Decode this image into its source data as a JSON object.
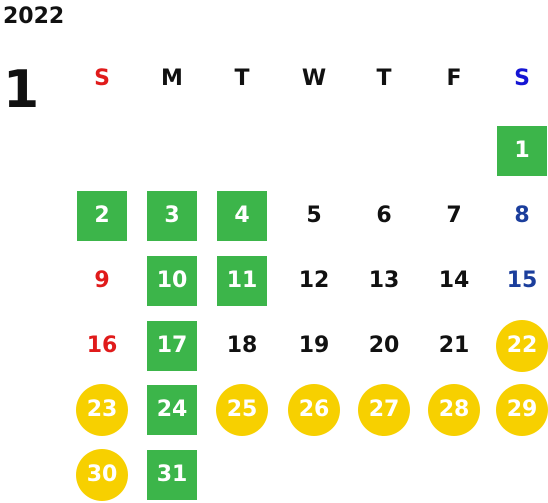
{
  "calendar": {
    "year": "2022",
    "month": "1",
    "weekday_headers": [
      {
        "label": "S",
        "color": "#e01b1b"
      },
      {
        "label": "M",
        "color": "#111111"
      },
      {
        "label": "T",
        "color": "#111111"
      },
      {
        "label": "W",
        "color": "#111111"
      },
      {
        "label": "T",
        "color": "#111111"
      },
      {
        "label": "F",
        "color": "#111111"
      },
      {
        "label": "S",
        "color": "#1515d4"
      }
    ],
    "first_weekday_index": 6,
    "days": [
      {
        "day": "1",
        "style": "green"
      },
      {
        "day": "2",
        "style": "green"
      },
      {
        "day": "3",
        "style": "green"
      },
      {
        "day": "4",
        "style": "green"
      },
      {
        "day": "5",
        "style": "plain"
      },
      {
        "day": "6",
        "style": "plain"
      },
      {
        "day": "7",
        "style": "plain"
      },
      {
        "day": "8",
        "style": "saturday"
      },
      {
        "day": "9",
        "style": "sunday"
      },
      {
        "day": "10",
        "style": "green"
      },
      {
        "day": "11",
        "style": "green"
      },
      {
        "day": "12",
        "style": "plain"
      },
      {
        "day": "13",
        "style": "plain"
      },
      {
        "day": "14",
        "style": "plain"
      },
      {
        "day": "15",
        "style": "saturday"
      },
      {
        "day": "16",
        "style": "sunday"
      },
      {
        "day": "17",
        "style": "green"
      },
      {
        "day": "18",
        "style": "plain"
      },
      {
        "day": "19",
        "style": "plain"
      },
      {
        "day": "20",
        "style": "plain"
      },
      {
        "day": "21",
        "style": "plain"
      },
      {
        "day": "22",
        "style": "yellow"
      },
      {
        "day": "23",
        "style": "yellow"
      },
      {
        "day": "24",
        "style": "green"
      },
      {
        "day": "25",
        "style": "yellow"
      },
      {
        "day": "26",
        "style": "yellow"
      },
      {
        "day": "27",
        "style": "yellow"
      },
      {
        "day": "28",
        "style": "yellow"
      },
      {
        "day": "29",
        "style": "yellow"
      },
      {
        "day": "30",
        "style": "yellow"
      },
      {
        "day": "31",
        "style": "green"
      }
    ],
    "colors": {
      "green": "#3cb54a",
      "yellow": "#f7d000",
      "sunday_text": "#e01b1b",
      "saturday_text": "#1b3e9c"
    }
  }
}
